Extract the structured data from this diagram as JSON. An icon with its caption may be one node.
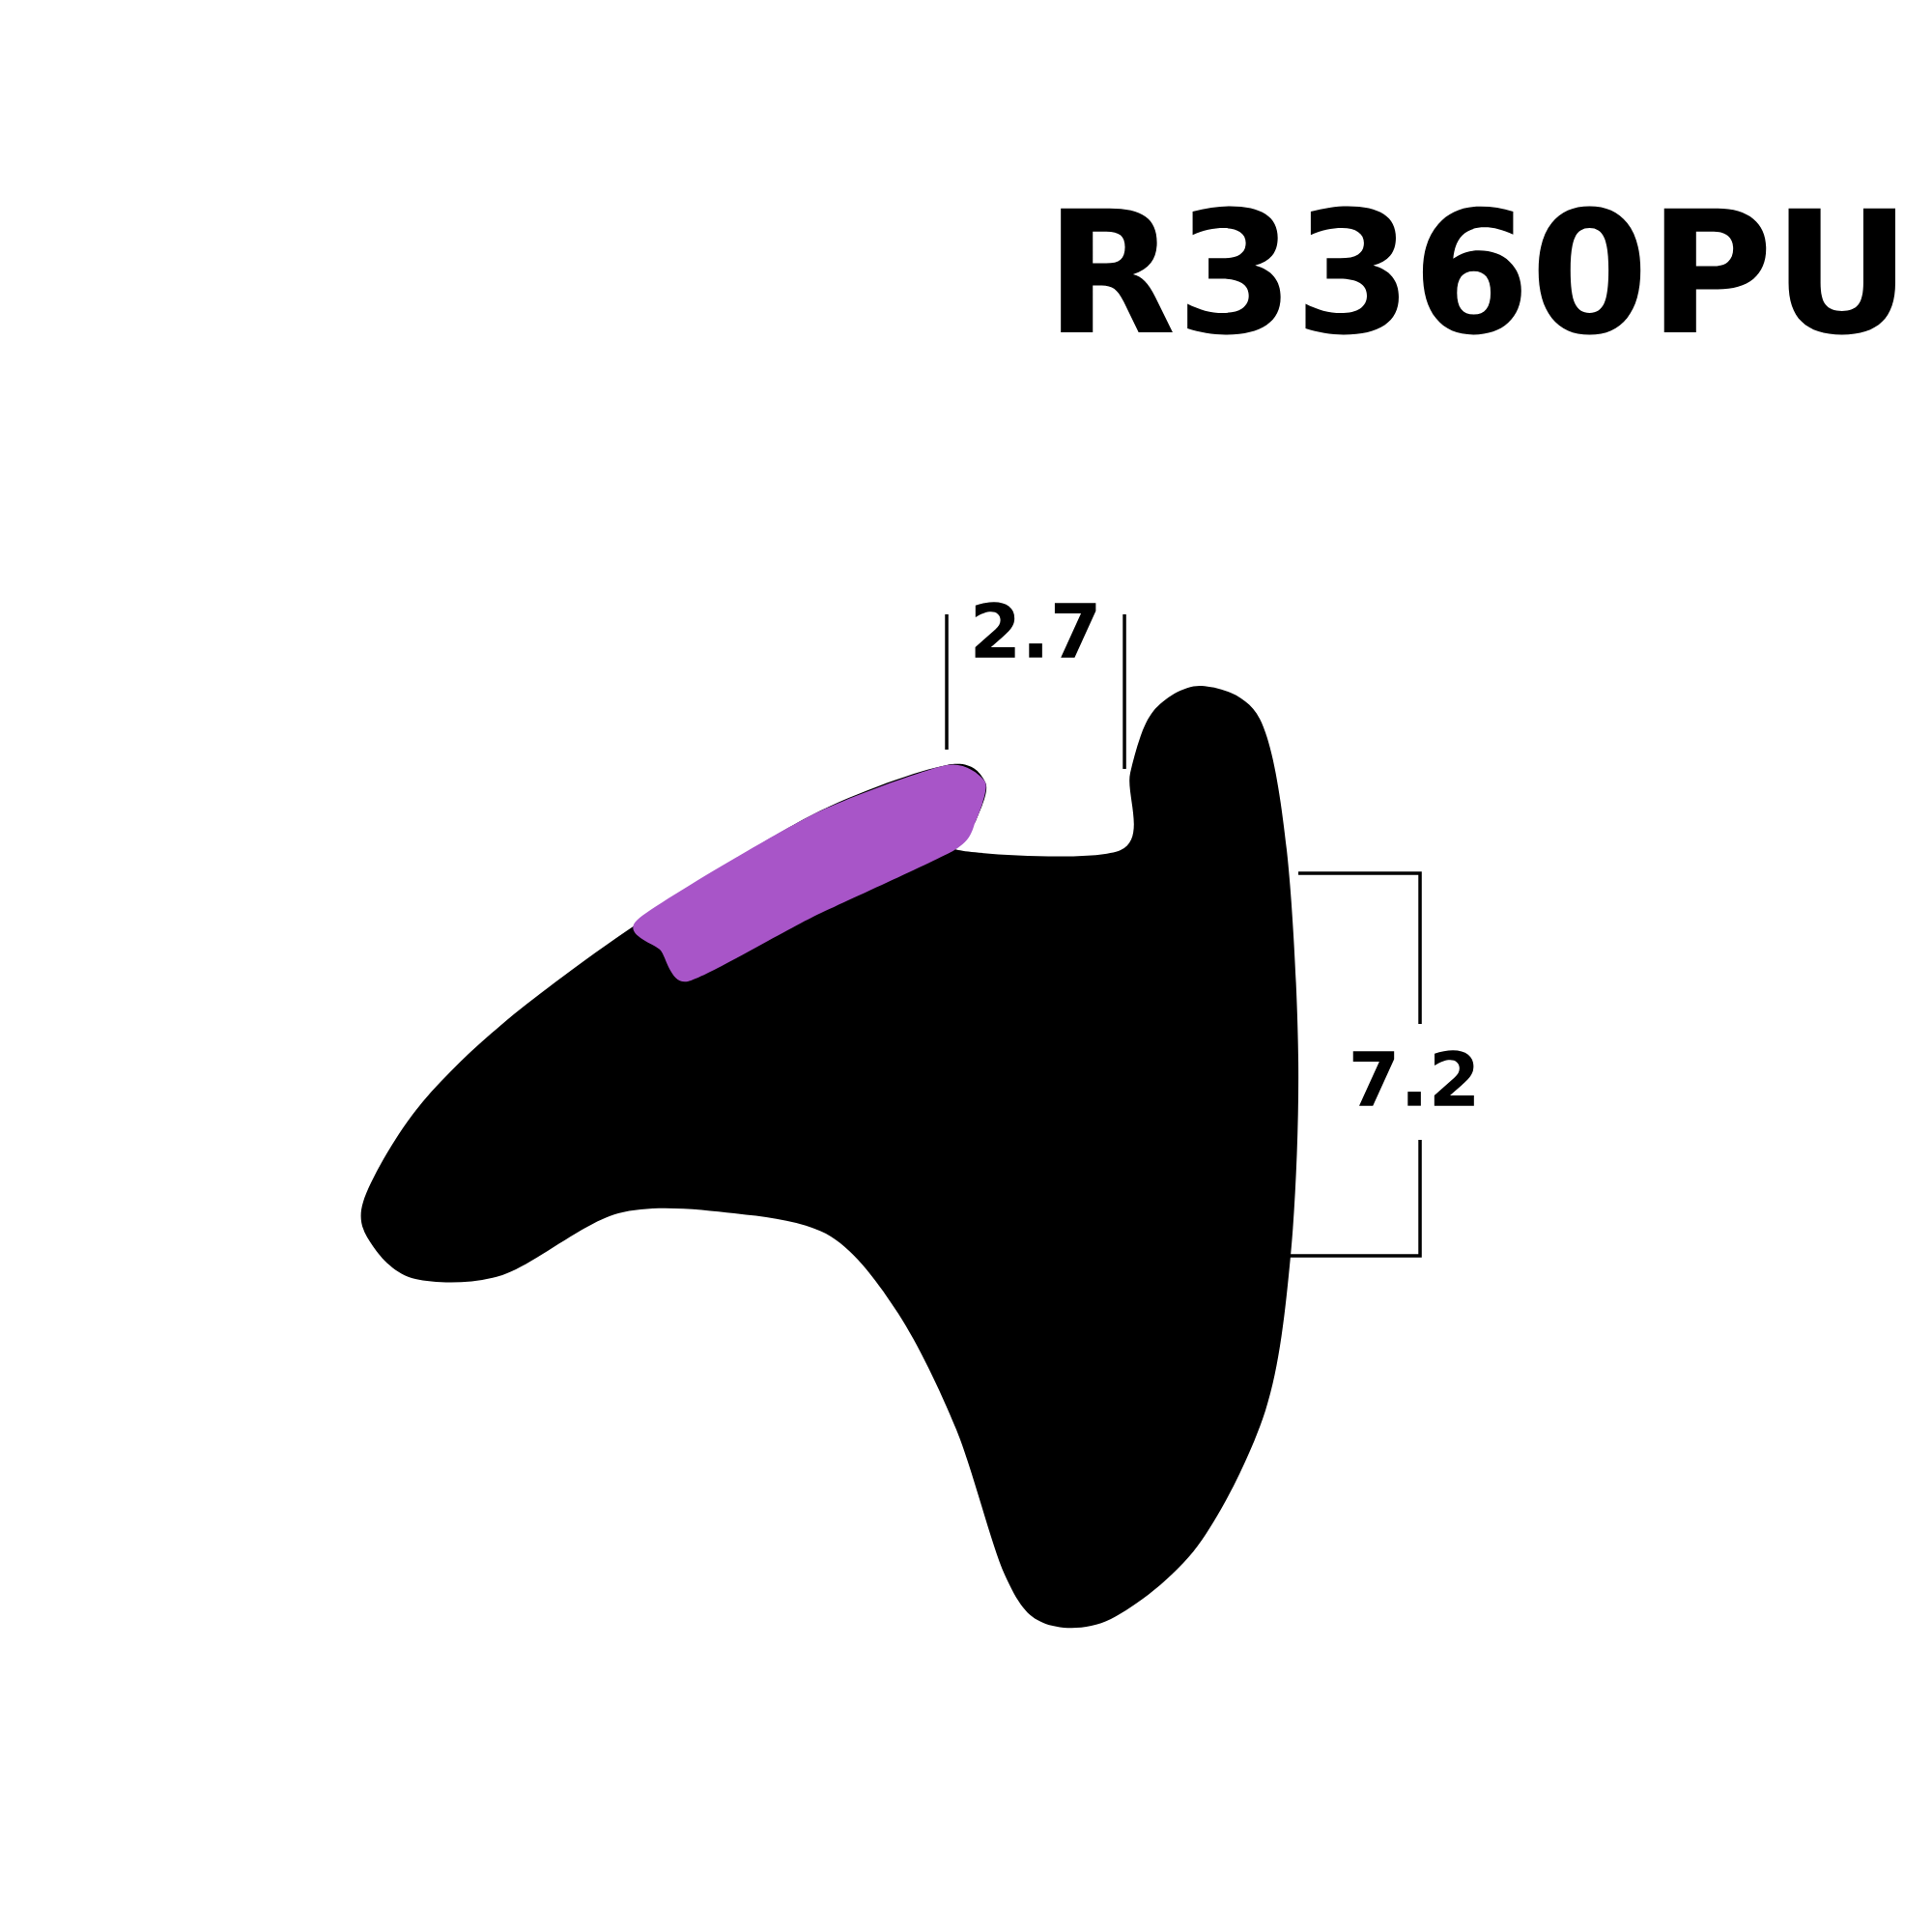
{
  "diagram": {
    "title": "R3360PU",
    "labels": [
      "2.7",
      "7.2"
    ]
  }
}
